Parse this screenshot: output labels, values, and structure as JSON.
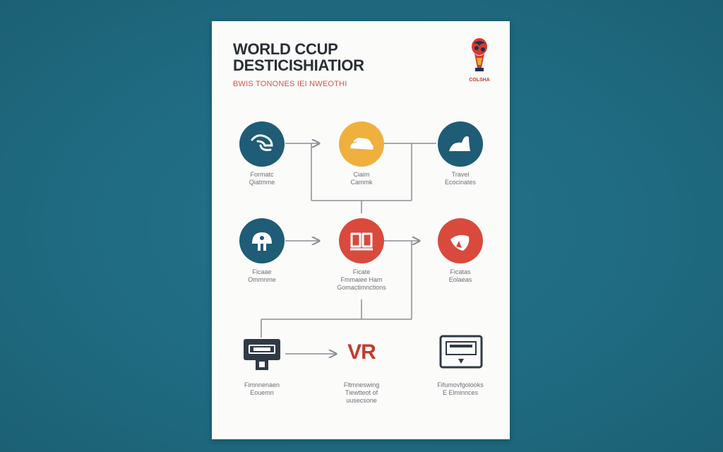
{
  "poster": {
    "title_line1": "WORLD CCUP",
    "title_line2": "DESTICISHIATIOR",
    "subtitle": "BWIS TONONES IEI NWEOTHI",
    "emblem_text": "COLSHA"
  },
  "nodes": [
    {
      "id": "n1",
      "icon": "whistle-icon",
      "color": "#1f5c75",
      "label": [
        "Formatc",
        "Qiatmme"
      ]
    },
    {
      "id": "n2",
      "icon": "cloud-icon",
      "color": "#efb03e",
      "label": [
        "Ciaim",
        "Cammk"
      ]
    },
    {
      "id": "n3",
      "icon": "tent-icon",
      "color": "#1f5c75",
      "label": [
        "Travel",
        "Ecocinates"
      ]
    },
    {
      "id": "n4",
      "icon": "helmet-icon",
      "color": "#1f5c75",
      "label": [
        "Ficaae",
        "Ommnme"
      ]
    },
    {
      "id": "n5",
      "icon": "book-icon",
      "color": "#d94a3c",
      "label": [
        "Ficate",
        "Fmmaiee Ham",
        "Gomactimnctions"
      ]
    },
    {
      "id": "n6",
      "icon": "ball-icon",
      "color": "#d94a3c",
      "label": [
        "Ficatas",
        "Eolaeas"
      ]
    },
    {
      "id": "n7",
      "icon": "ticket-device-icon",
      "color": "#2f3a45",
      "label": [
        "Fimnnenaen",
        "Eouemn"
      ]
    },
    {
      "id": "n8",
      "icon": "vr-text",
      "color": "#c33b2f",
      "text": "VR",
      "label": [
        "Fltmneswing",
        "Tiewtteot of",
        "uusecsone"
      ]
    },
    {
      "id": "n9",
      "icon": "monitor-icon",
      "color": "#2f3a45",
      "label": [
        "Fifumovfgolooks",
        "E Elminnces"
      ]
    }
  ]
}
